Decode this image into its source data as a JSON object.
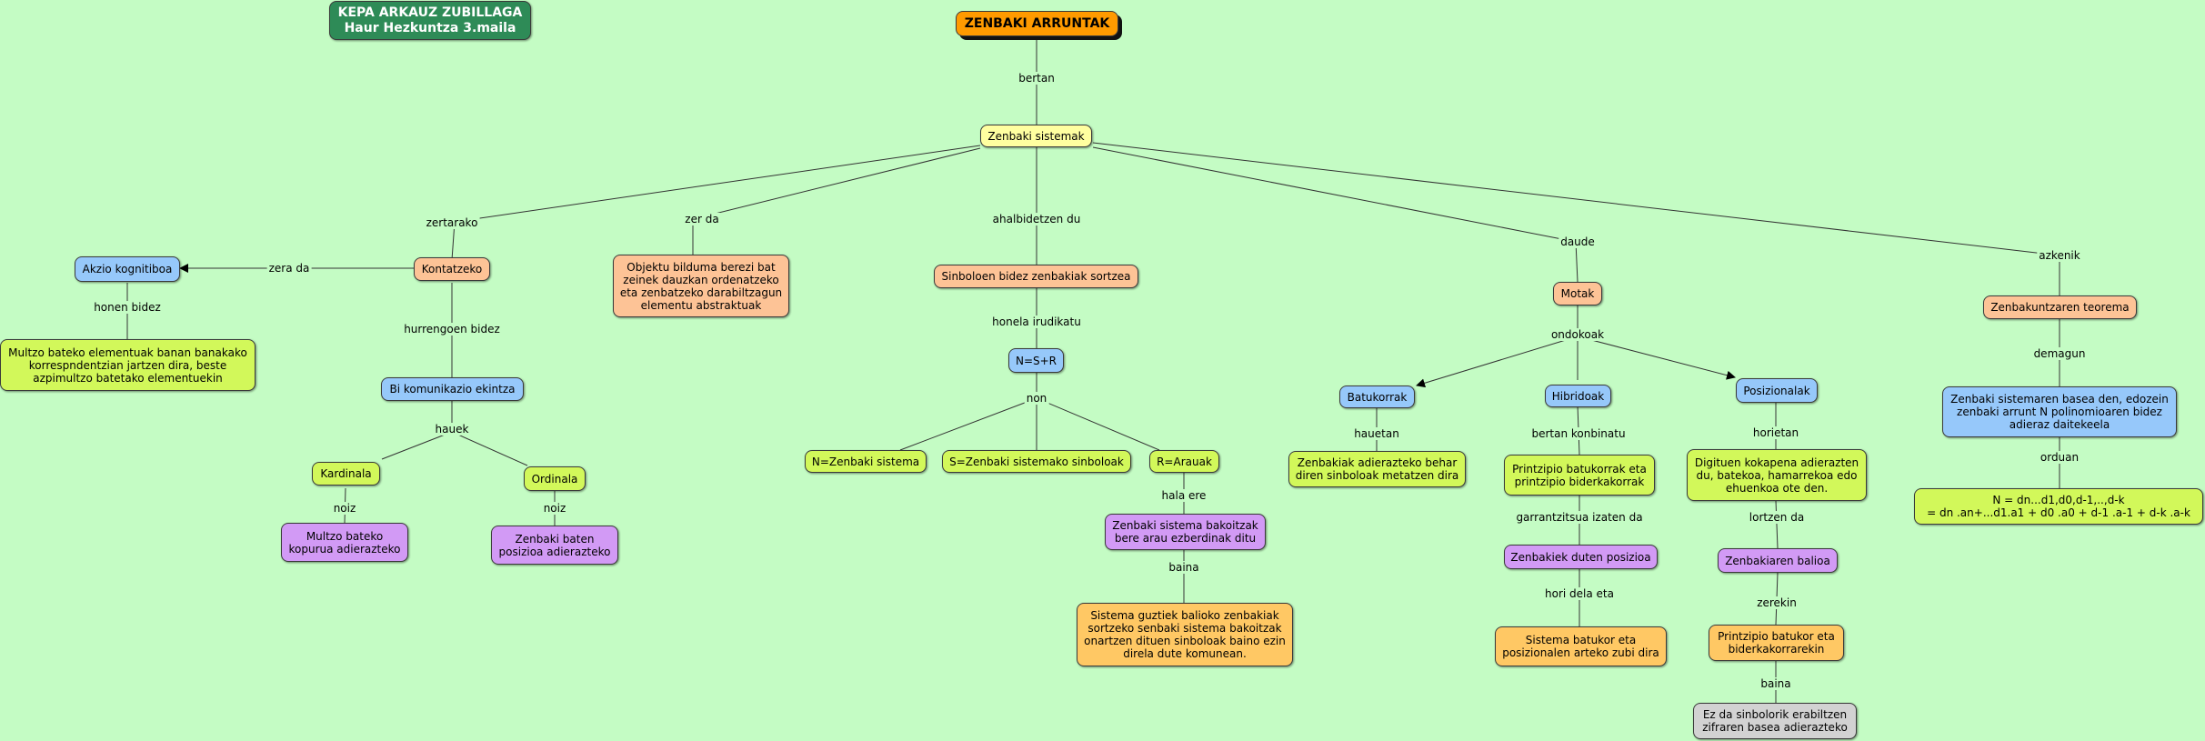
{
  "header": {
    "line1": "KEPA ARKAUZ ZUBILLAGA",
    "line2": "Haur Hezkuntza 3.maila"
  },
  "nodes": {
    "root": "ZENBAKI ARRUNTAK",
    "zenbaki_sistemak": "Zenbaki sistemak",
    "kontatzeko": "Kontatzeko",
    "akzio": "Akzio kognitiboa",
    "multzo_bateko": "Multzo bateko elementuak banan banakako korrespndentzian jartzen dira, beste azpimultzo batetako elementuekin",
    "bi_komunikazio": "Bi komunikazio ekintza",
    "kardinala": "Kardinala",
    "ordinala": "Ordinala",
    "multzo_kopurua": "Multzo bateko kopurua adierazteko",
    "zenbaki_baten": "Zenbaki baten posizioa adierazteko",
    "objektu": "Objektu bilduma berezi bat zeinek dauzkan ordenatzeko eta zenbatzeko darabiltzagun elementu abstraktuak",
    "sinboloen": "Sinboloen bidez zenbakiak sortzea",
    "nsr": "N=S+R",
    "n_zenbaki": "N=Zenbaki sistema",
    "s_zenbaki": "S=Zenbaki sistemako sinboloak",
    "r_arauak": "R=Arauak",
    "zenbaki_sistema_bakoitzak": "Zenbaki sistema bakoitzak bere arau ezberdinak ditu",
    "sistema_guztiek": "Sistema guztiek balioko zenbakiak sortzeko senbaki sistema bakoitzak onartzen dituen sinboloak baino ezin direla dute komunean.",
    "motak": "Motak",
    "batukorrak": "Batukorrak",
    "hibridoak": "Hibridoak",
    "posizionalak": "Posizionalak",
    "zenbakiak_adierazteko": "Zenbakiak adierazteko behar diren sinboloak metatzen dira",
    "printzipio_batukorrak": "Printzipio batukorrak eta printzipio biderkakorrak",
    "zenbakiek_duten": "Zenbakiek duten posizioa",
    "sistema_batukor": "Sistema batukor eta posizionalen arteko zubi dira",
    "digituen": "Digituen kokapena adierazten du, batekoa, hamarrekoa edo ehuenkoa ote den.",
    "zenbakiaren_balioa": "Zenbakiaren balioa",
    "printzipio_batukor_eta": "Printzipio batukor eta biderkakorrarekin",
    "ez_da": "Ez da sinbolorik erabiltzen zifraren basea adierazteko",
    "teorema": "Zenbakuntzaren teorema",
    "zenbaki_sistemaren": "Zenbaki sistemaren basea den, edozein zenbaki arrunt N polinomioaren bidez adieraz daitekeela",
    "formula": "N = dn...d1,d0,d-1,..,d-k\n= dn .an+...d1.a1 +  d0 .a0 + d-1 .a-1 + d-k .a-k"
  },
  "links": {
    "bertan": "bertan",
    "zertarako": "zertarako",
    "zer_da": "zer da",
    "ahalbidetzen_du": "ahalbidetzen du",
    "daude": "daude",
    "azkenik": "azkenik",
    "zera_da": "zera da",
    "honen_bidez": "honen bidez",
    "hurrengoen_bidez": "hurrengoen bidez",
    "hauek": "hauek",
    "noiz1": "noiz",
    "noiz2": "noiz",
    "honela_irudikatu": "honela irudikatu",
    "non": "non",
    "hala_ere": "hala ere",
    "baina1": "baina",
    "ondokoak": "ondokoak",
    "hauetan": "hauetan",
    "bertan_konbinatu": "bertan konbinatu",
    "garrantzitsua": "garrantzitsua izaten da",
    "hori_dela_eta": "hori dela eta",
    "horietan": "horietan",
    "lortzen_da": "lortzen da",
    "zerekin": "zerekin",
    "baina2": "baina",
    "demagun": "demagun",
    "orduan": "orduan"
  }
}
